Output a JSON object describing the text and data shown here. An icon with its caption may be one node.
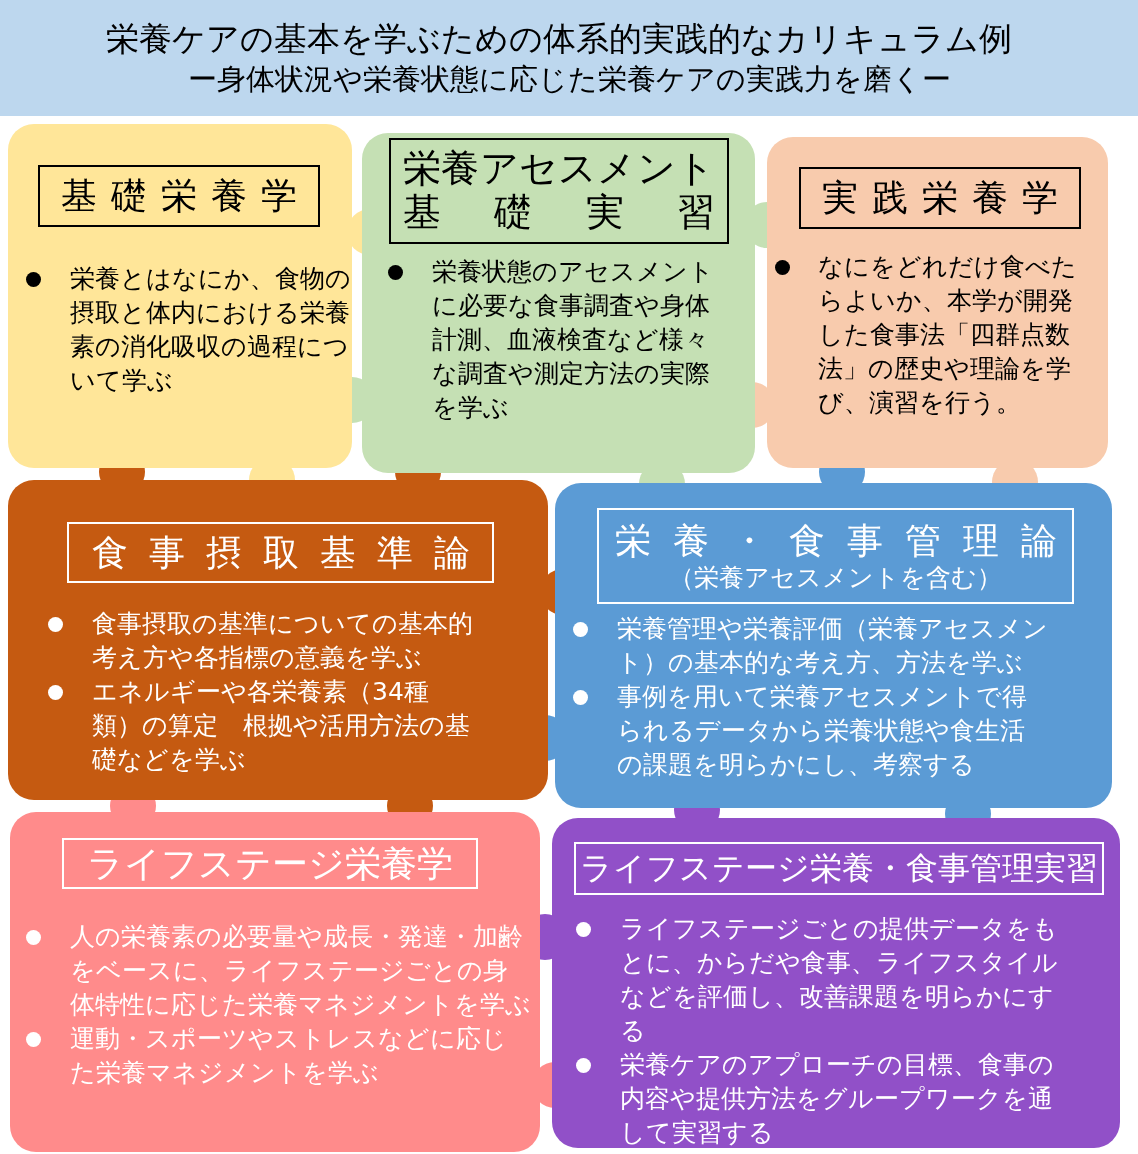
{
  "diagram": {
    "title": "栄養ケアの基本を学ぶための体系的実践的なカリキュラム例",
    "nodes": [
      {
        "text": [
          "基礎栄養学",
          "栄養とはなにか、食物の摂取と体内における栄養素の消化吸収の過程について学ぶ"
        ]
      },
      {
        "text": [
          "栄養アセスメント基礎実習",
          "栄養状態のアセスメントに必要な食事調査や身体計測、血液検査など様々な調査や測定方法の実際を学ぶ"
        ]
      },
      {
        "text": [
          "実践栄養学",
          "なにをどれだけ食べたらよいか、本学が開発した食事法「四群点数法」の歴史や理論を学び、演習を行う。"
        ]
      },
      {
        "text": [
          "食事摂取基準論",
          "食事摂取の基準についての基本的考え方や各指標の意義を学ぶ",
          "エネルギーや各栄養素（34種類）の算定　根拠や活用方法の基礎などを学ぶ"
        ]
      },
      {
        "text": [
          "栄養・食事管理論",
          "（栄養アセスメントを含む）",
          "栄養管理や栄養評価（栄養アセスメント）の基本的な考え方、方法を学ぶ",
          "事例を用いて栄養アセスメントで得られるデータから栄養状態や食生活の課題を明らかにし、考察する"
        ]
      },
      {
        "text": [
          "ライフステージ栄養学",
          "人の栄養素の必要量や成長・発達・加齢をベースに、ライフステージごとの身体特性に応じた栄養マネジメントを学ぶ",
          "運動・スポーツやストレスなどに応じた栄養マネジメントを学ぶ"
        ]
      },
      {
        "text": [
          "ライフステージ栄養・食事管理実習",
          "ライフステージごとの提供データをもとに、からだや食事、ライフスタイルなどを評価し、改善課題を明らかにする",
          "栄養ケアのアプローチの目標、食事の内容や提供方法をグループワークを通して実習する"
        ]
      }
    ],
    "labels": [
      "ー身体状況や栄養状態に応じた栄養ケアの実践力を磨くー"
    ]
  }
}
